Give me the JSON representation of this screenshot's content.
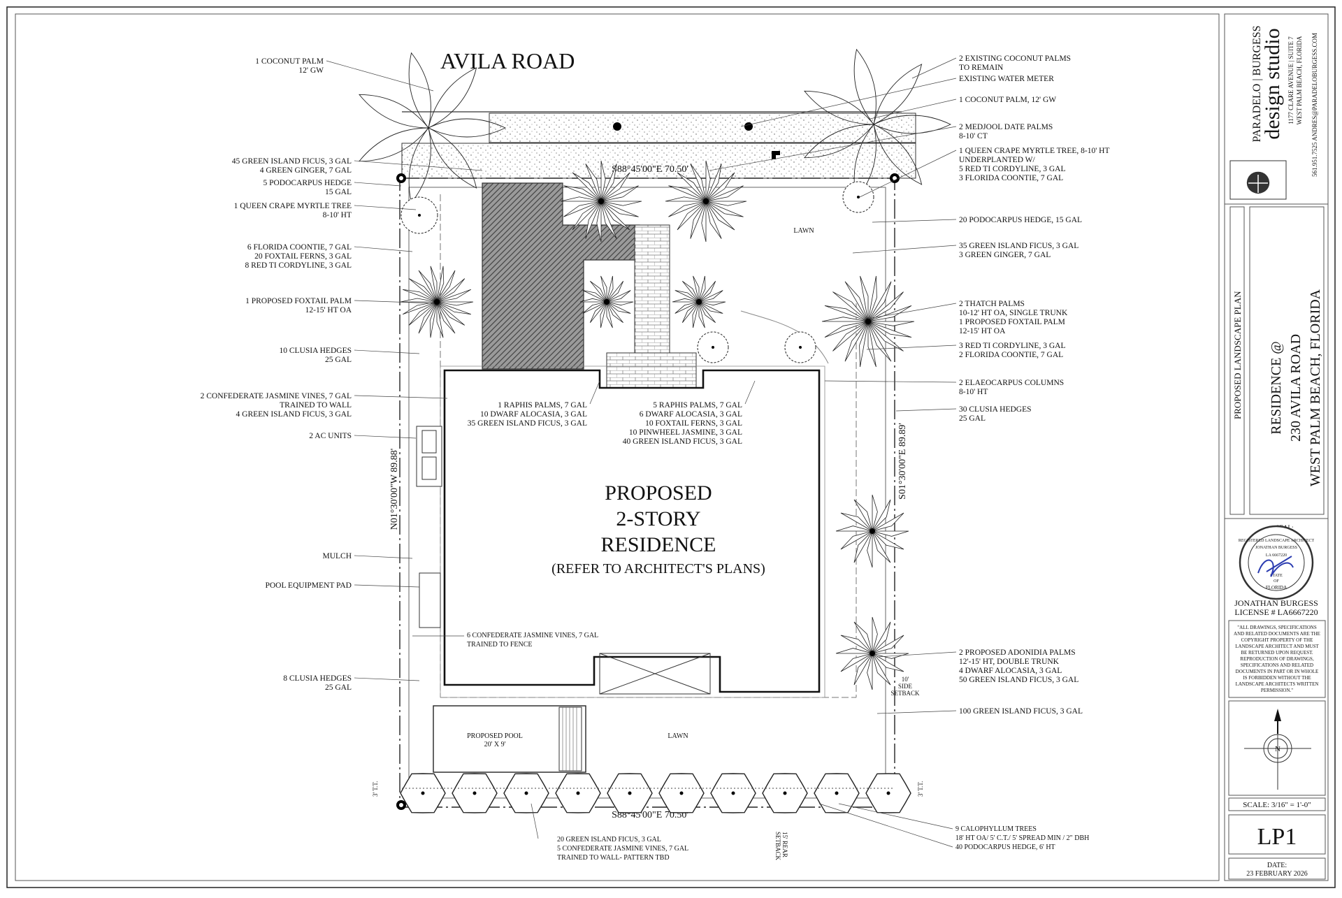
{
  "road": "AVILA ROAD",
  "residence": {
    "line1": "PROPOSED",
    "line2": "2-STORY",
    "line3": "RESIDENCE",
    "note": "(REFER TO ARCHITECT'S PLANS)"
  },
  "dimensions": {
    "top": "S88°45'00\"E  70.50'",
    "bottom": "S88°45'00\"E  70.50'",
    "left": "N01°30'00\"W  89.88'",
    "right": "S01°30'00\"E  89.89'",
    "side_setback": [
      "10'",
      "SIDE",
      "SETBACK"
    ],
    "rear_setback": [
      "15' REAR",
      "SETBACK"
    ],
    "corner_bl": "3' T.T.",
    "corner_br": "3' T.T."
  },
  "areas": {
    "lawn_top": "LAWN",
    "lawn_bottom": "LAWN",
    "pool": [
      "PROPOSED POOL",
      "20' X 9'"
    ]
  },
  "callouts_left": [
    [
      "1 COCONUT PALM",
      "12' GW"
    ],
    [
      "45 GREEN ISLAND FICUS, 3 GAL",
      "4 GREEN GINGER, 7 GAL"
    ],
    [
      "5 PODOCARPUS HEDGE",
      "15 GAL"
    ],
    [
      "1 QUEEN CRAPE MYRTLE TREE",
      "8-10' HT"
    ],
    [
      "6 FLORIDA COONTIE, 7 GAL",
      "20 FOXTAIL FERNS, 3 GAL",
      "8 RED TI CORDYLINE, 3 GAL"
    ],
    [
      "1 PROPOSED FOXTAIL PALM",
      "12-15' HT OA"
    ],
    [
      "10 CLUSIA HEDGES",
      "25 GAL"
    ],
    [
      "2 CONFEDERATE JASMINE VINES, 7 GAL",
      "TRAINED TO WALL",
      "4 GREEN ISLAND FICUS, 3 GAL"
    ],
    [
      "2 AC UNITS"
    ],
    [
      "MULCH"
    ],
    [
      "POOL EQUIPMENT  PAD"
    ],
    [
      "8 CLUSIA HEDGES",
      "25 GAL"
    ]
  ],
  "callouts_right": [
    [
      "2 EXISTING COCONUT PALMS",
      "TO REMAIN"
    ],
    [
      "EXISTING WATER METER"
    ],
    [
      "1 COCONUT PALM, 12' GW"
    ],
    [
      "2 MEDJOOL DATE PALMS",
      "8-10' CT"
    ],
    [
      "1 QUEEN CRAPE MYRTLE TREE, 8-10' HT",
      "UNDERPLANTED W/",
      "5 RED TI CORDYLINE, 3 GAL",
      "3 FLORIDA COONTIE, 7 GAL"
    ],
    [
      "20 PODOCARPUS HEDGE, 15 GAL"
    ],
    [
      "35 GREEN ISLAND FICUS, 3 GAL",
      "3 GREEN GINGER, 7 GAL"
    ],
    [
      "2 THATCH PALMS",
      "10-12' HT OA, SINGLE TRUNK",
      "1 PROPOSED FOXTAIL PALM",
      "12-15' HT OA"
    ],
    [
      "3 RED TI CORDYLINE, 3 GAL",
      "2 FLORIDA COONTIE, 7 GAL"
    ],
    [
      "2 ELAEOCARPUS COLUMNS",
      "8-10' HT"
    ],
    [
      "30 CLUSIA HEDGES",
      "25 GAL"
    ],
    [
      "2 PROPOSED ADONIDIA PALMS",
      "12'-15' HT, DOUBLE TRUNK",
      "4 DWARF ALOCASIA, 3 GAL",
      "50 GREEN ISLAND FICUS, 3 GAL"
    ],
    [
      "100 GREEN ISLAND FICUS, 3 GAL"
    ]
  ],
  "callouts_inner": {
    "west": [
      "1 RAPHIS PALMS, 7 GAL",
      "10 DWARF ALOCASIA, 3 GAL",
      "35 GREEN ISLAND FICUS, 3 GAL"
    ],
    "east": [
      "5 RAPHIS PALMS, 7 GAL",
      "6 DWARF ALOCASIA, 3 GAL",
      "10 FOXTAIL FERNS, 3 GAL",
      "10 PINWHEEL JASMINE, 3 GAL",
      "40 GREEN ISLAND FICUS, 3 GAL"
    ],
    "jasmine_fence": [
      "6 CONFEDERATE JASMINE VINES, 7 GAL",
      "TRAINED TO FENCE"
    ]
  },
  "callouts_bottom": [
    [
      "20 GREEN ISLAND FICUS, 3 GAL",
      "5 CONFEDERATE JASMINE VINES, 7 GAL",
      "TRAINED TO WALL- PATTERN TBD"
    ],
    [
      "9 CALOPHYLLUM TREES",
      "18' HT OA/ 5' C.T./ 5' SPREAD MIN / 2\" DBH",
      "40 PODOCARPUS HEDGE, 6' HT"
    ]
  ],
  "title_block": {
    "firm1": "PARADELO | BURGESS",
    "firm2": "design studio",
    "addr1": "1177 CLARE AVENUE | SUITE 7",
    "addr2": "WEST PALM BEACH, FLORIDA",
    "contact": "561.951.7525  ANDRES@PARADELOBURGESS.COM",
    "sheet_title": "PROPOSED LANDSCAPE PLAN",
    "project1": "RESIDENCE @",
    "project2": "230 AVILA ROAD",
    "project3": "WEST PALM BEACH, FLORIDA",
    "seal_label": "SEAL:",
    "seal_ring": "REGISTERED LANDSCAPE ARCHITECT",
    "seal_name": "JONATHAN BURGESS",
    "seal_lic_inner": "LA 6667220",
    "seal_state": [
      "STATE",
      "OF",
      "FLORIDA"
    ],
    "architect": "JONATHAN BURGESS",
    "license": "LICENSE # LA6667220",
    "copyright": [
      "\"ALL DRAWINGS, SPECIFICATIONS",
      "AND RELATED DOCUMENTS ARE THE",
      "COPYRIGHT PROPERTY OF THE",
      "LANDSCAPE ARCHITECT AND MUST",
      "BE RETURNED UPON REQUEST.",
      "REPRODUCTION OF DRAWINGS,",
      "SPECIFICATIONS AND RELATED",
      "DOCUMENTS IN PART OR IN WHOLE",
      "IS FORBIDDEN WITHOUT THE",
      "LANDSCAPE ARCHITECTS WRITTEN",
      "PERMISSION.\""
    ],
    "north": "N",
    "scale": "SCALE: 3/16\" = 1'-0\"",
    "sheet_no": "LP1",
    "date_label": "DATE:",
    "date": "23 FEBRUARY 2026"
  }
}
